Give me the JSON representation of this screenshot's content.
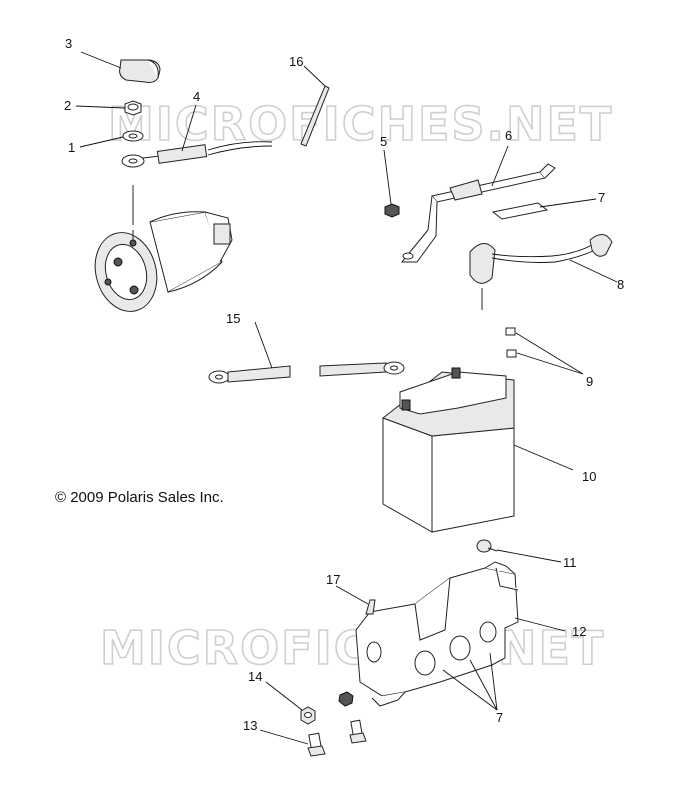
{
  "watermarks": [
    "MICROFICHES.NET",
    "MICROFICHES.NET"
  ],
  "copyright": "© 2009 Polaris Sales Inc.",
  "callouts": [
    "1",
    "2",
    "3",
    "4",
    "5",
    "6",
    "7",
    "8",
    "9",
    "10",
    "11",
    "12",
    "13",
    "14",
    "15",
    "16",
    "17",
    "7"
  ],
  "parts": [
    {
      "ref": "1",
      "name": "washer"
    },
    {
      "ref": "2",
      "name": "nut"
    },
    {
      "ref": "3",
      "name": "terminal boot"
    },
    {
      "ref": "4",
      "name": "starter cable"
    },
    {
      "ref": "5",
      "name": "nut"
    },
    {
      "ref": "6",
      "name": "bracket"
    },
    {
      "ref": "7",
      "name": "pad"
    },
    {
      "ref": "8",
      "name": "cable with boot"
    },
    {
      "ref": "9",
      "name": "terminal screws"
    },
    {
      "ref": "10",
      "name": "battery"
    },
    {
      "ref": "11",
      "name": "screw"
    },
    {
      "ref": "12",
      "name": "battery box"
    },
    {
      "ref": "13",
      "name": "bolt"
    },
    {
      "ref": "14",
      "name": "nut"
    },
    {
      "ref": "15",
      "name": "ground cable"
    },
    {
      "ref": "16",
      "name": "strap"
    },
    {
      "ref": "17",
      "name": "stud"
    }
  ]
}
